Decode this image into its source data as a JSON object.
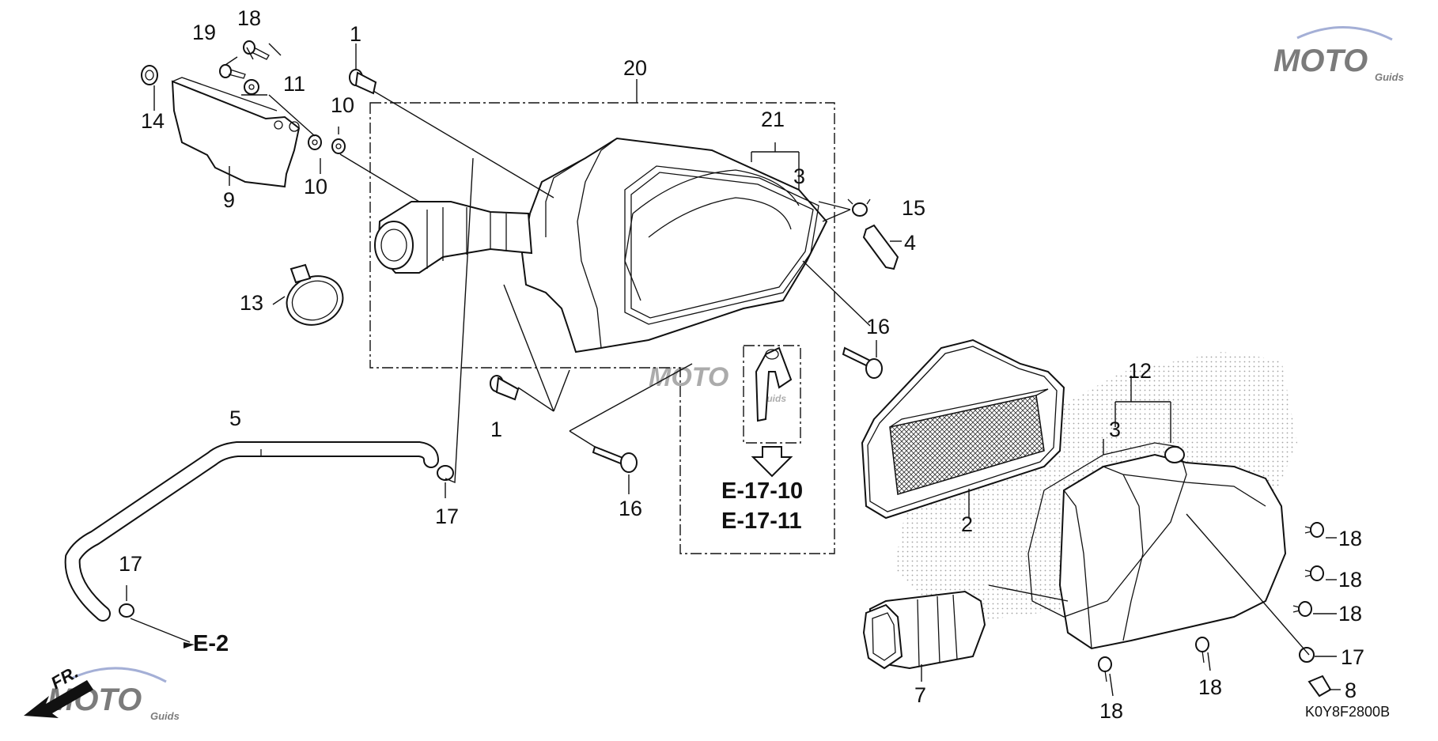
{
  "diagram": {
    "part_callouts": {
      "c1a": "1",
      "c1b": "1",
      "c2": "2",
      "c3a": "3",
      "c3b": "3",
      "c4": "4",
      "c5": "5",
      "c7": "7",
      "c8": "8",
      "c9": "9",
      "c10a": "10",
      "c10b": "10",
      "c11": "11",
      "c12": "12",
      "c13": "13",
      "c14": "14",
      "c15": "15",
      "c16a": "16",
      "c16b": "16",
      "c17a": "17",
      "c17b": "17",
      "c17c": "17",
      "c18a": "18",
      "c18b": "18",
      "c18c": "18",
      "c18d": "18",
      "c18e": "18",
      "c18f": "18",
      "c18g": "18",
      "c19": "19",
      "c20": "20",
      "c21": "21"
    },
    "references": {
      "ref_e17_10": "E-17-10",
      "ref_e17_11": "E-17-11",
      "ref_e2": "E-2"
    },
    "front_marker": "FR.",
    "diagram_code": "K0Y8F2800B",
    "watermark": {
      "brand": "MOTO",
      "sub": "Guids"
    }
  }
}
